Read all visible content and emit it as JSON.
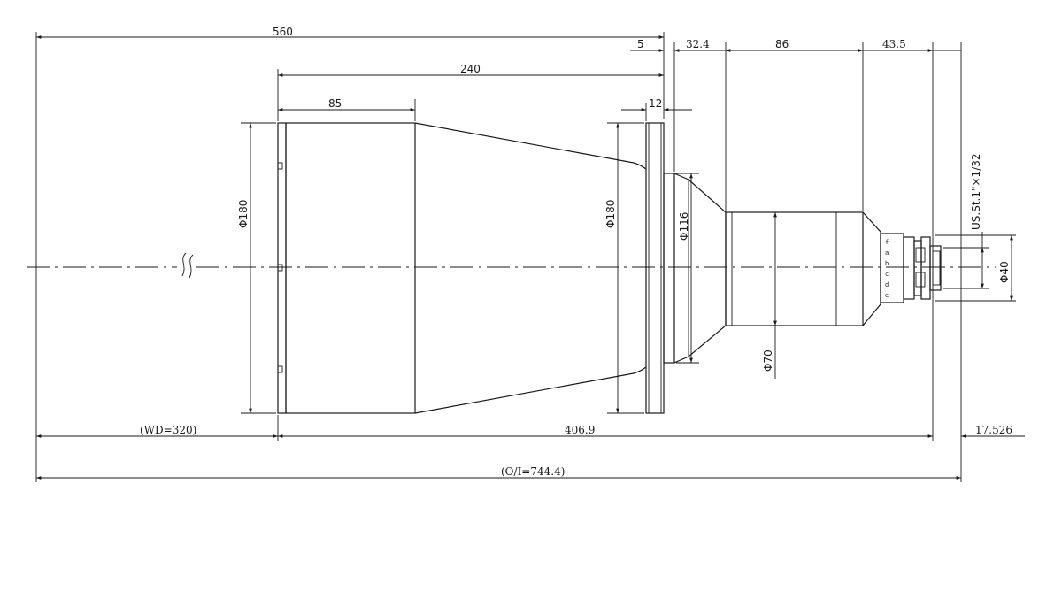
{
  "dimensions": {
    "top_560": "560",
    "top_5": "5",
    "top_32_4": "32.4",
    "top_86": "86",
    "top_43_5": "43.5",
    "top_240": "240",
    "top_85": "85",
    "top_12": "12",
    "dia_front": "Φ180",
    "dia_flange": "Φ180",
    "dia_116": "Φ116",
    "dia_70": "Φ70",
    "dia_40": "Φ40",
    "thread": "US.St.1\"×1/32",
    "bottom_wd": "(WD=320)",
    "bottom_406_9": "406.9",
    "bottom_17_526": "17.526",
    "bottom_oi": "(O/I=744.4)"
  },
  "ring_marks": [
    "f",
    "a",
    "b",
    "c",
    "d",
    "e"
  ],
  "colors": {
    "line": "#1a1a1a",
    "background": "#ffffff"
  }
}
